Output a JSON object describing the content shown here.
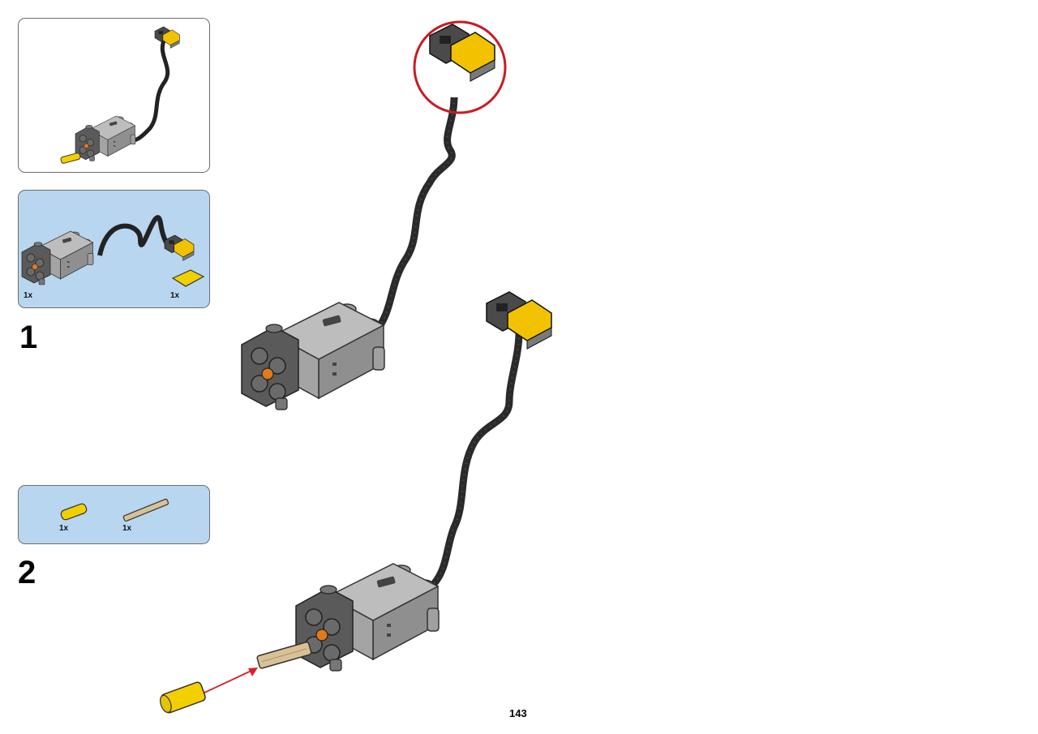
{
  "step1": {
    "number": "1",
    "parts": [
      {
        "qty": "1x",
        "icon": "power-functions-motor-icon"
      },
      {
        "qty": "1x",
        "icon": "yellow-tile-icon"
      }
    ]
  },
  "step2": {
    "number": "2",
    "parts": [
      {
        "qty": "1x",
        "icon": "yellow-connector-icon"
      },
      {
        "qty": "1x",
        "icon": "tan-axle-icon"
      }
    ]
  },
  "page": {
    "number": "143"
  },
  "colors": {
    "callout_border": "#c91c24",
    "parts_panel_bg": "#b8d6f0",
    "insert_arrow": "#d9202a"
  }
}
